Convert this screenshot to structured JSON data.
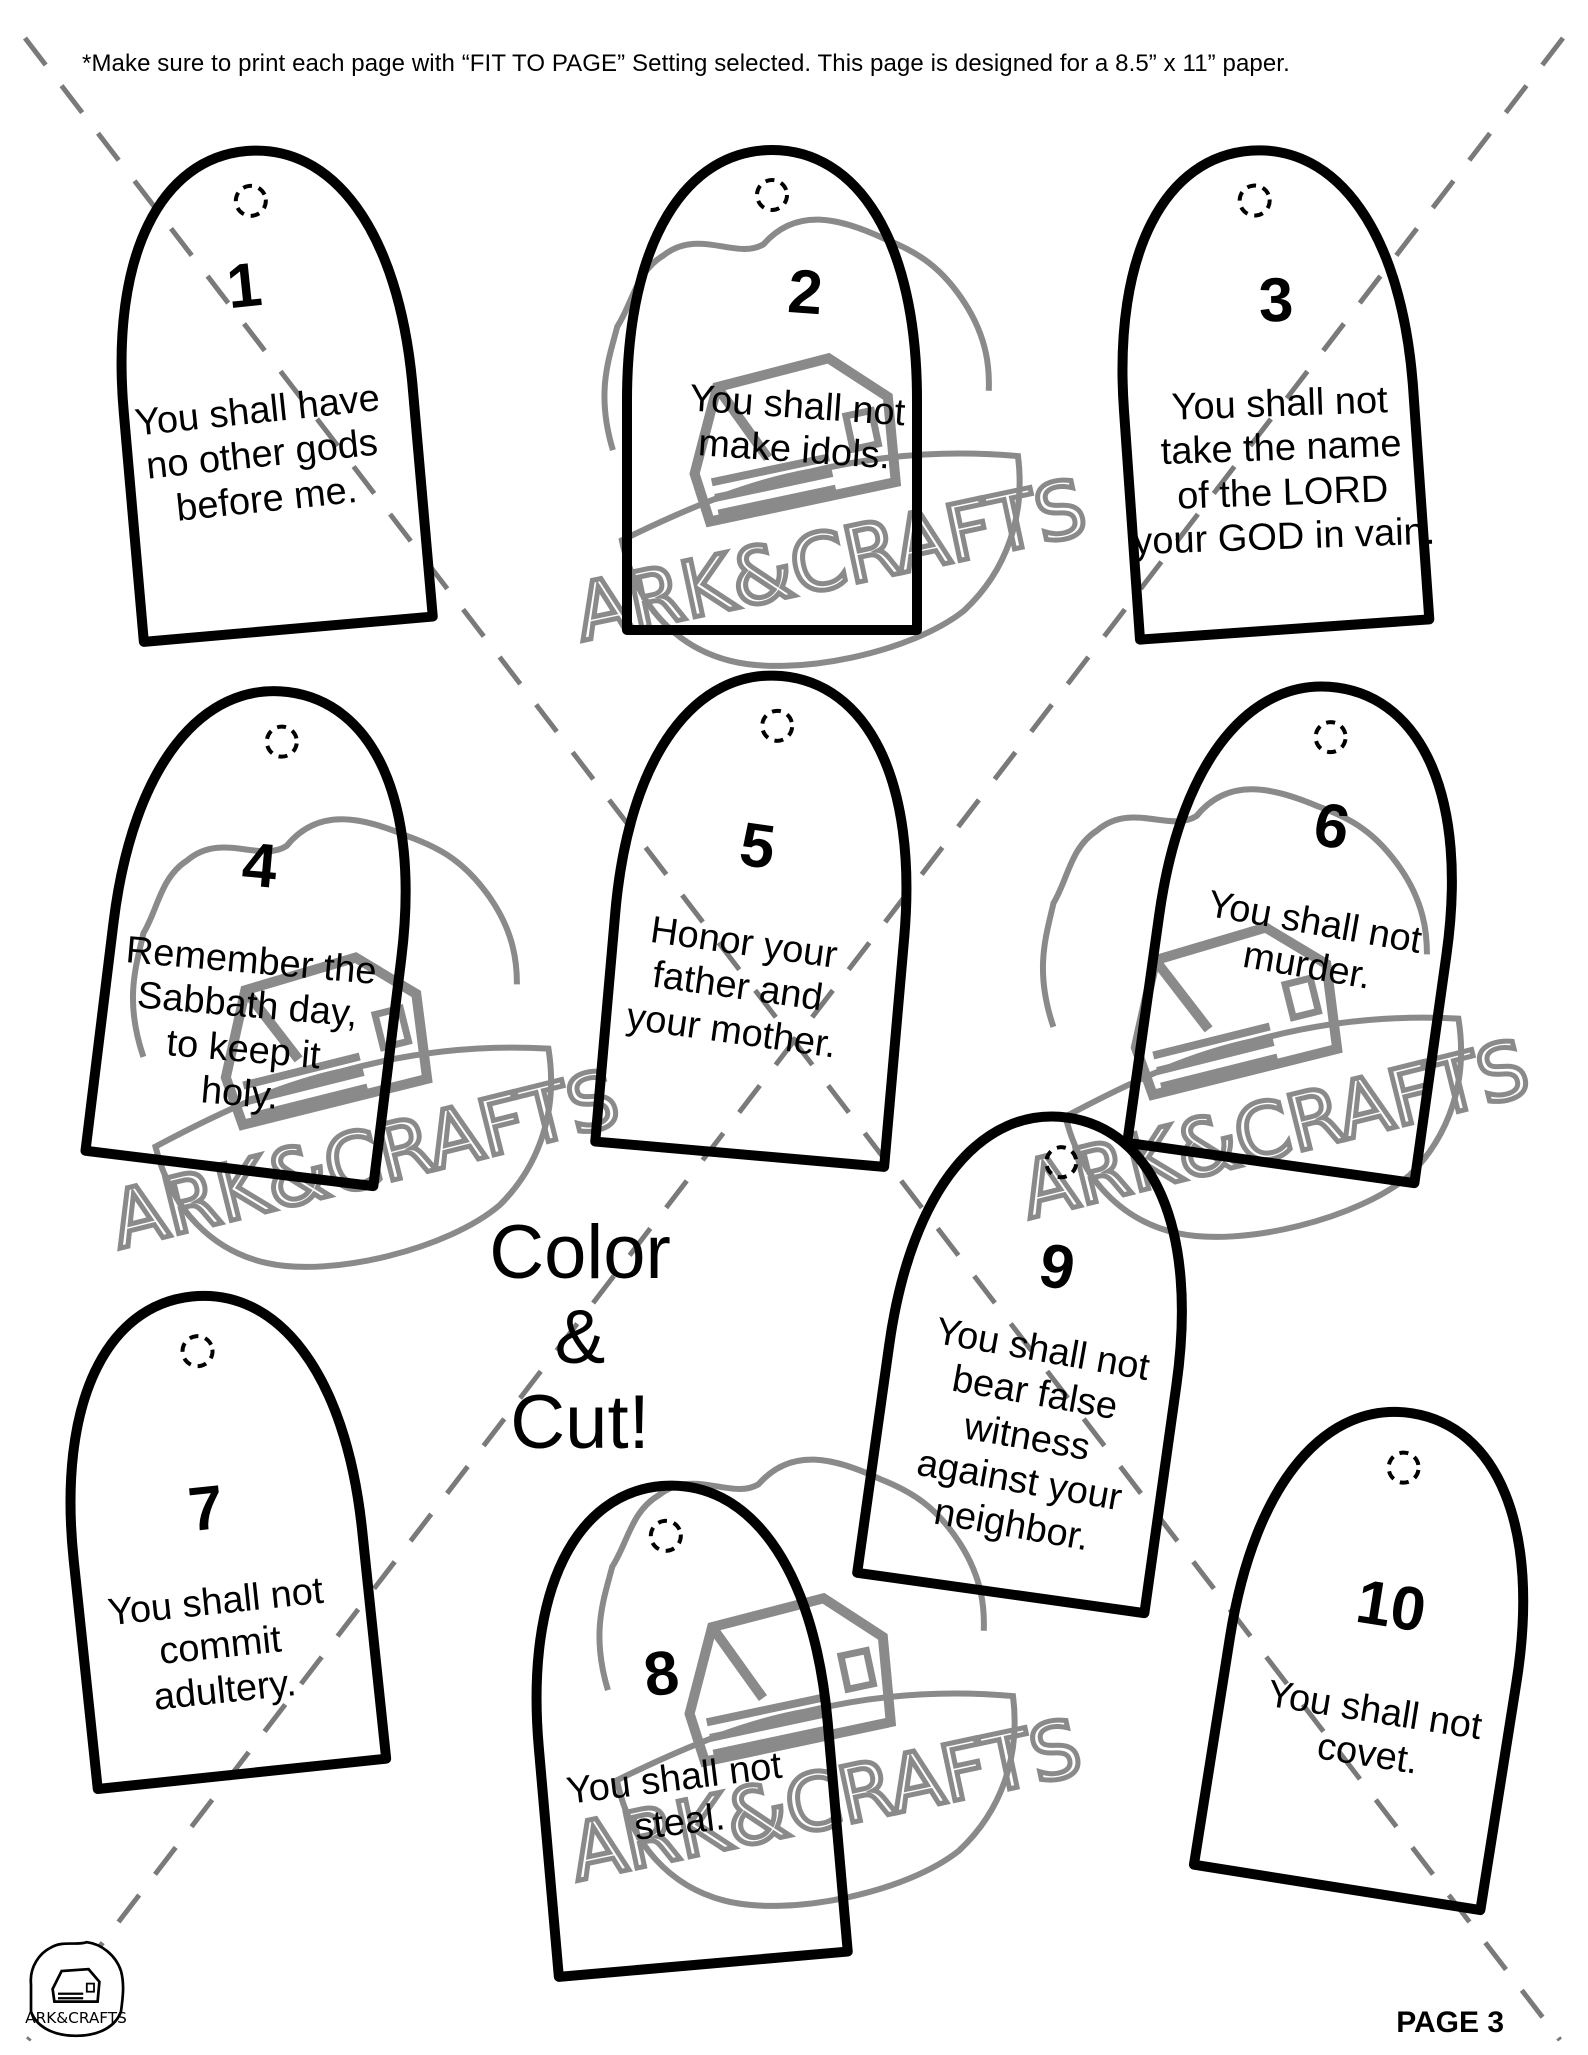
{
  "instructions": "*Make sure to print each page with “FIT TO PAGE” Setting selected. This page is designed for a 8.5” x 11” paper.",
  "watermark_text": "ARK&CRAFTS",
  "center_title": {
    "line1": "Color",
    "line2": "&",
    "line3": "Cut!"
  },
  "page_number": "PAGE 3",
  "tablets": [
    {
      "number": "1",
      "lines": [
        "You shall have",
        "no other gods",
        "before me."
      ]
    },
    {
      "number": "2",
      "lines": [
        "You shall not",
        "make idols."
      ]
    },
    {
      "number": "3",
      "lines": [
        "You shall not",
        "take the name",
        "of the LORD",
        "your GOD in vain."
      ]
    },
    {
      "number": "4",
      "lines": [
        "Remember the",
        "Sabbath day,",
        "to keep it",
        "holy."
      ]
    },
    {
      "number": "5",
      "lines": [
        "Honor your",
        "father and",
        "your mother."
      ]
    },
    {
      "number": "6",
      "lines": [
        "You shall not",
        "murder."
      ]
    },
    {
      "number": "7",
      "lines": [
        "You shall not",
        "commit",
        "adultery."
      ]
    },
    {
      "number": "8",
      "lines": [
        "You shall not",
        "steal."
      ]
    },
    {
      "number": "9",
      "lines": [
        "You shall not",
        "bear false",
        "witness",
        "against your",
        "neighbor."
      ]
    },
    {
      "number": "10",
      "lines": [
        "You shall not",
        "covet."
      ]
    }
  ]
}
